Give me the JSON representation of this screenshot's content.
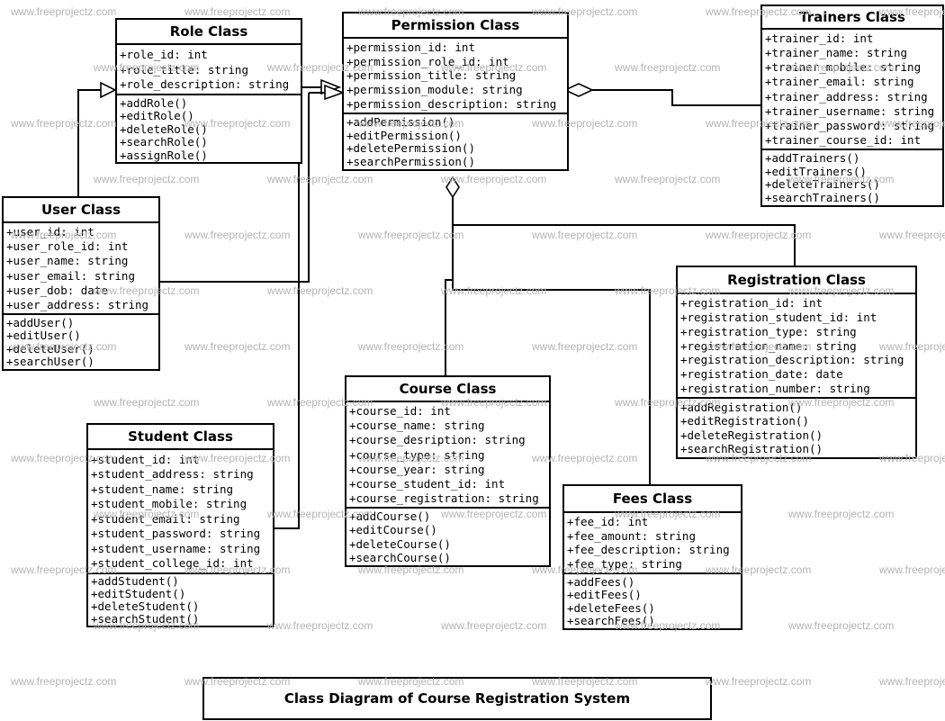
{
  "diagram": {
    "classes": [
      {
        "id": "role",
        "title": "Role Class",
        "attributes": [
          "+role_id: int",
          "+role_title: string",
          "+role_description: string"
        ],
        "methods": [
          "+addRole()",
          "+editRole()",
          "+deleteRole()",
          "+searchRole()",
          "+assignRole()"
        ]
      },
      {
        "id": "permission",
        "title": "Permission Class",
        "attributes": [
          "+permission_id: int",
          "+permission_role_id: int",
          "+permission_title: string",
          "+permission_module: string",
          "+permission_description: string"
        ],
        "methods": [
          "+addPermission()",
          "+editPermission()",
          "+deletePermission()",
          "+searchPermission()"
        ]
      },
      {
        "id": "trainers",
        "title": "Trainers Class",
        "attributes": [
          "+trainer_id: int",
          "+trainer_name: string",
          "+trainer_mobile: string",
          "+trainer_email: string",
          "+trainer_address: string",
          "+trainer_username: string",
          "+trainer_password: string",
          "+trainer_course_id: int"
        ],
        "methods": [
          "+addTrainers()",
          "+editTrainers()",
          "+deleteTrainers()",
          "+searchTrainers()"
        ]
      },
      {
        "id": "user",
        "title": "User Class",
        "attributes": [
          "+user_id: int",
          "+user_role_id: int",
          "+user_name: string",
          "+user_email: string",
          "+user_dob: date",
          "+user_address: string"
        ],
        "methods": [
          "+addUser()",
          "+editUser()",
          "+deleteUser()",
          "+searchUser()"
        ]
      },
      {
        "id": "registration",
        "title": "Registration Class",
        "attributes": [
          "+registration_id: int",
          "+registration_student_id: int",
          "+registration_type: string",
          "+registration_name: string",
          "+registration_description: string",
          "+registration_date: date",
          "+registration_number: string"
        ],
        "methods": [
          "+addRegistration()",
          "+editRegistration()",
          "+deleteRegistration()",
          "+searchRegistration()"
        ]
      },
      {
        "id": "course",
        "title": "Course Class",
        "attributes": [
          "+course_id: int",
          "+course_name: string",
          "+course_desription: string",
          "+course_type: string",
          "+course_year: string",
          "+course_student_id: int",
          "+course_registration: string"
        ],
        "methods": [
          "+addCourse()",
          "+editCourse()",
          "+deleteCourse()",
          "+searchCourse()"
        ]
      },
      {
        "id": "student",
        "title": "Student Class",
        "attributes": [
          "+student_id: int",
          "+student_address: string",
          "+student_name: string",
          "+student_mobile: string",
          "+student_email: string",
          "+student_password: string",
          "+student_username: string",
          "+student_college_id: int"
        ],
        "methods": [
          "+addStudent()",
          "+editStudent()",
          "+deleteStudent()",
          "+searchStudent()"
        ]
      },
      {
        "id": "fees",
        "title": "Fees Class",
        "attributes": [
          "+fee_id: int",
          "+fee_amount: string",
          "+fee_description: string",
          "+fee_type: string"
        ],
        "methods": [
          "+addFees()",
          "+editFees()",
          "+deleteFees()",
          "+searchFees()"
        ]
      }
    ],
    "relationships": [
      {
        "from": "User Class",
        "to": "Role Class",
        "type": "generalization-hollow-triangle"
      },
      {
        "from": "Role Class",
        "to": "Permission Class",
        "type": "open-arrow"
      },
      {
        "from": "User Class",
        "to": "Permission Class",
        "type": "open-arrow"
      },
      {
        "from": "Student Class",
        "to": "Permission Class",
        "type": "open-arrow"
      },
      {
        "from": "Trainers Class",
        "to": "Permission Class",
        "type": "aggregation-hollow-diamond"
      },
      {
        "from": "Registration Class",
        "to": "Permission Class",
        "type": "aggregation-hollow-diamond"
      },
      {
        "from": "Course Class",
        "to": "Permission Class",
        "type": "aggregation-hollow-diamond"
      },
      {
        "from": "Fees Class",
        "to": "Permission Class",
        "type": "aggregation-hollow-diamond"
      }
    ]
  },
  "footer": {
    "title": "Class Diagram of Course Registration System"
  },
  "watermark": {
    "text": "www.freeprojectz.com",
    "color": "#b4b4b4"
  },
  "colors": {
    "line": "#000000",
    "background": "#ffffff"
  }
}
